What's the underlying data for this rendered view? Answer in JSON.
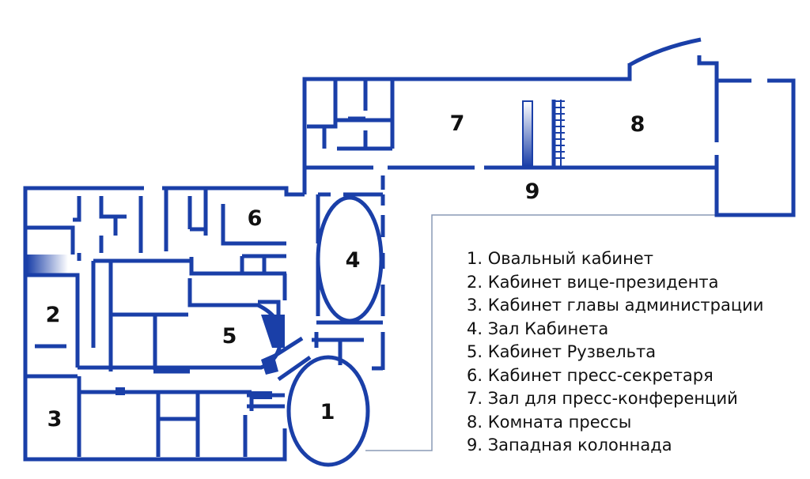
{
  "colors": {
    "wall": "#1a3fa8",
    "connector": "#8a9ab5",
    "text": "#111111"
  },
  "room_numbers": {
    "r1": "1",
    "r2": "2",
    "r3": "3",
    "r4": "4",
    "r5": "5",
    "r6": "6",
    "r7": "7",
    "r8": "8",
    "r9": "9"
  },
  "legend": [
    "1. Овальный кабинет",
    "2. Кабинет вице-президента",
    "3. Кабинет главы администрации",
    "4. Зал Кабинета",
    "5. Кабинет Рузвельта",
    "6. Кабинет пресс-секретаря",
    "7. Зал для пресс-конференций",
    "8. Комната прессы",
    "9. Западная колоннада"
  ]
}
